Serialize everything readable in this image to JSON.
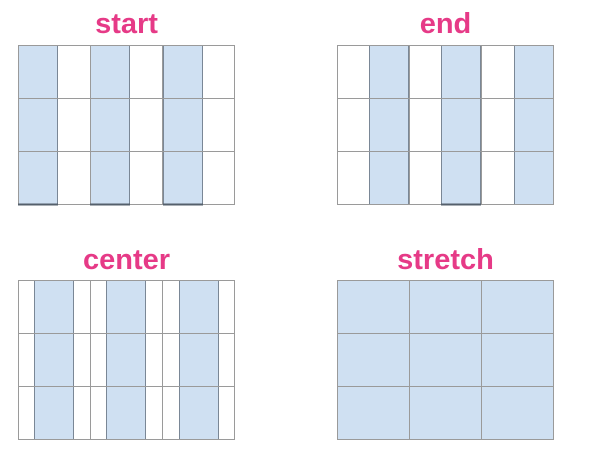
{
  "panels": [
    {
      "key": "start",
      "title": "start"
    },
    {
      "key": "end",
      "title": "end"
    },
    {
      "key": "center",
      "title": "center"
    },
    {
      "key": "stretch",
      "title": "stretch"
    }
  ],
  "colors": {
    "title": "#e63a87",
    "cell_fill": "#cfe0f2",
    "grid_line": "#9a9a9a"
  }
}
